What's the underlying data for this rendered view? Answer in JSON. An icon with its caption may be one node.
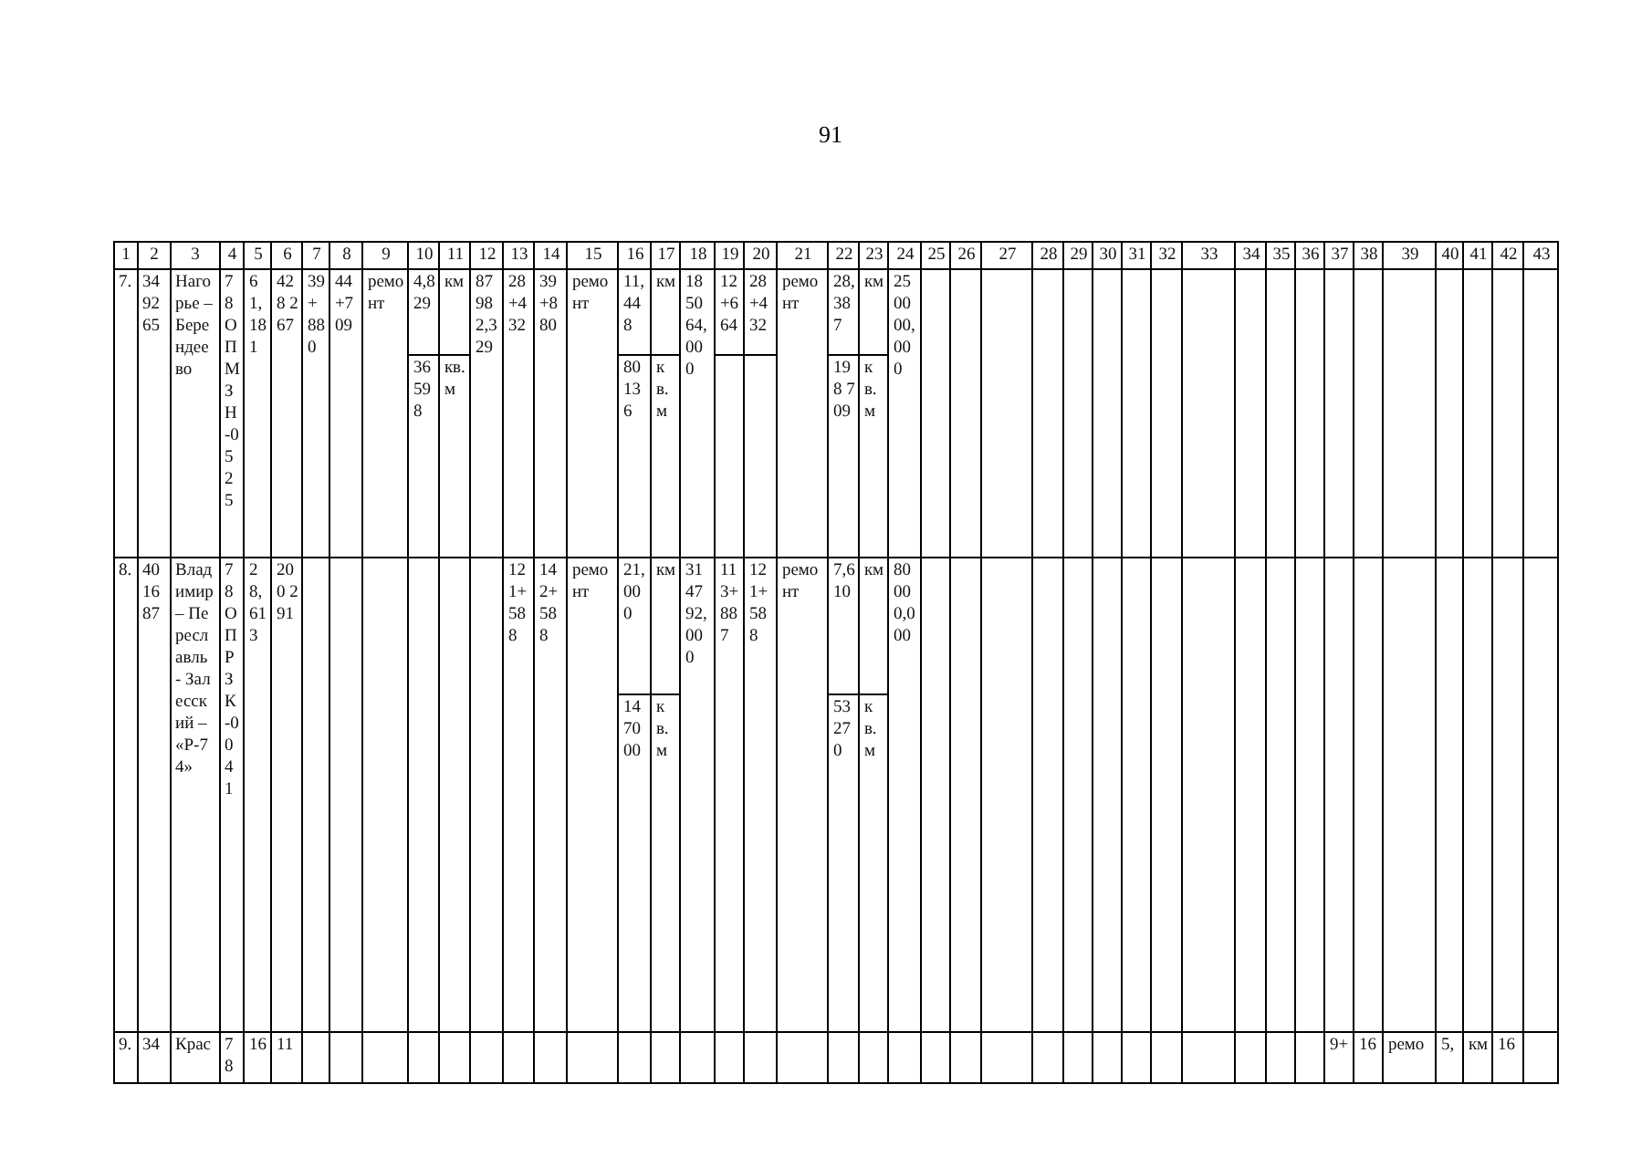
{
  "diagram": {
    "labels": [
      "91",
      "1",
      "2",
      "3",
      "4",
      "5",
      "6",
      "7",
      "8",
      "9",
      "10",
      "11",
      "12",
      "13",
      "14",
      "15",
      "16",
      "17",
      "18",
      "19",
      "20",
      "21",
      "22",
      "23",
      "24",
      "25",
      "26",
      "27",
      "28",
      "29",
      "30",
      "31",
      "32",
      "33",
      "34",
      "35",
      "36",
      "37",
      "38",
      "39",
      "40",
      "41",
      "42",
      "43",
      "7.",
      "349265",
      "Нагорье – Берендеево",
      "78 ОП МЗ Н-0525",
      "61,181",
      "428 267",
      "39+880",
      "44+709",
      "ремонт",
      "4,829",
      "км",
      "87982,329",
      "28+432",
      "39+880",
      "ремонт",
      "11,448",
      "км",
      "185064,000",
      "12+664",
      "28+432",
      "ремонт",
      "28,387",
      "км",
      "250000,000",
      "36 598",
      "кв.м",
      "80136",
      "кв.м",
      "198 709",
      "кв.м",
      "8.",
      "401687",
      "Владимир – Переславль - Залесский – «Р-74»",
      "78 ОП РЗ К-0041",
      "28,613",
      "200 291",
      "121+588",
      "142+588",
      "ремонт",
      "21,000",
      "км",
      "314792,000",
      "113+887",
      "121+588",
      "ремонт",
      "7,610",
      "км",
      "80000,000",
      "147000",
      "кв.м",
      "53 270",
      "кв.м",
      "9.",
      "34",
      "Крас",
      "78",
      "16",
      "11",
      "9+",
      "16",
      "ремо",
      "5,",
      "км",
      "16"
    ]
  }
}
